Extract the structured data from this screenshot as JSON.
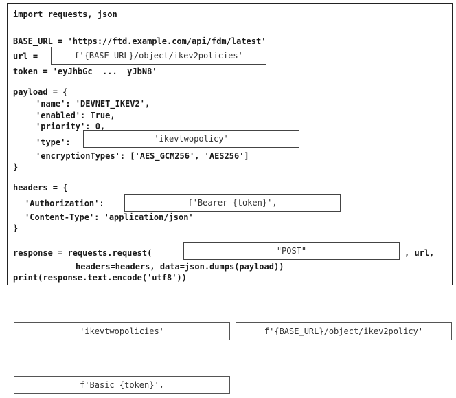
{
  "code": {
    "line_import": "import requests, json",
    "line_base_url": "BASE_URL = 'https://ftd.example.com/api/fdm/latest'",
    "line_url_prefix": "url =",
    "line_token": "token = 'eyJhbGc  ...  yJbN8'",
    "line_payload_open": "payload = {",
    "line_name": "'name': 'DEVNET_IKEV2',",
    "line_enabled": "'enabled': True,",
    "line_priority": "'priority': 0,",
    "line_type_prefix": "'type':",
    "line_encryption": "'encryptionTypes': ['AES_GCM256', 'AES256']",
    "line_payload_close": "}",
    "line_headers_open": "headers = {",
    "line_authorization_prefix": "'Authorization':",
    "line_content_type": "'Content-Type': 'application/json'",
    "line_headers_close": "}",
    "line_response_prefix": "response = requests.request(",
    "line_response_suffix": ", url,",
    "line_response_cont": "headers=headers, data=json.dumps(payload))",
    "line_print": "print(response.text.encode('utf8'))"
  },
  "slots": {
    "url_slot": "f'{BASE_URL}/object/ikev2policies'",
    "type_slot": "'ikevtwopolicy'",
    "authorization_slot": "f'Bearer {token}',",
    "method_slot": "\"POST\""
  },
  "choices": {
    "choice_ikevtwopolicies": "'ikevtwopolicies'",
    "choice_ikev2policy_url": "f'{BASE_URL}/object/ikev2policy'",
    "choice_basic_token": "f'Basic {token}',"
  }
}
